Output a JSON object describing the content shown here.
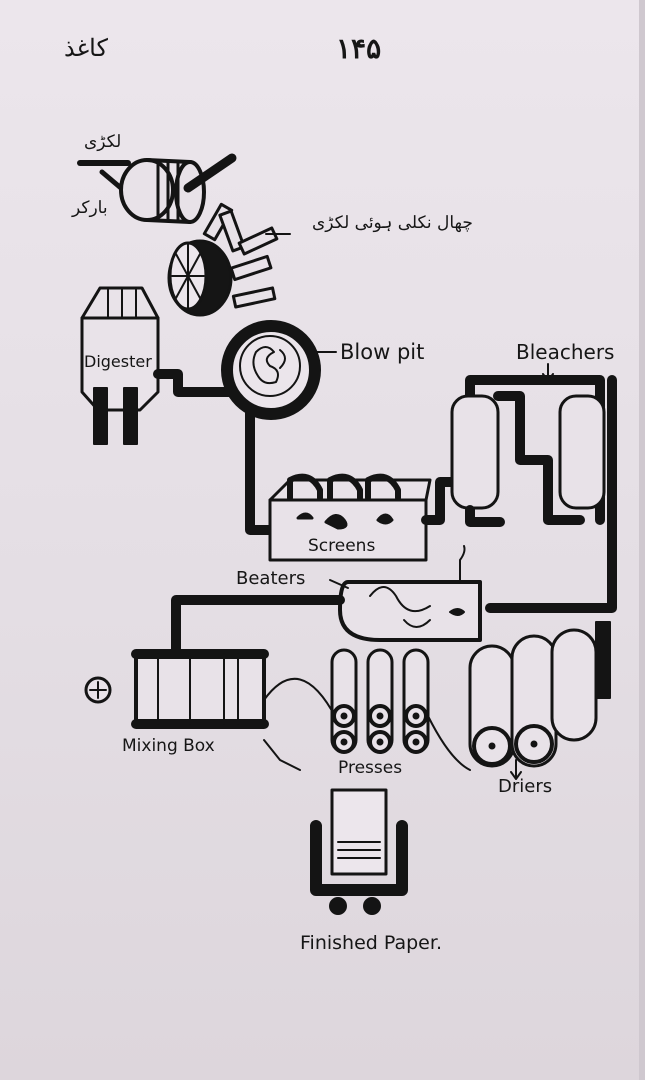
{
  "page": {
    "header_title": "کاغذ",
    "page_number": "۱۴۵"
  },
  "diagram": {
    "labels": {
      "wood": "لکڑی",
      "barker": "بارکر",
      "debarked_wood": "چھال نکلی ہوئی لکڑی",
      "digester": "Digester",
      "blow_pit": "Blow pit",
      "bleachers": "Bleachers",
      "screens": "Screens",
      "beaters": "Beaters",
      "mixing_box": "Mixing Box",
      "presses": "Presses",
      "driers": "Driers",
      "finished_paper": "Finished Paper."
    }
  }
}
